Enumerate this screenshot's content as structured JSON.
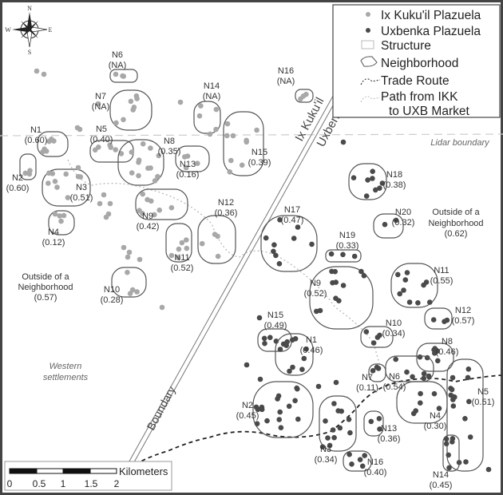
{
  "legend": {
    "items": [
      {
        "label": "Ix Kuku'il Plazuela",
        "symbol": "light-dot"
      },
      {
        "label": "Uxbenka Plazuela",
        "symbol": "dark-dot"
      },
      {
        "label": "Structure",
        "symbol": "rect"
      },
      {
        "label": "Neighborhood",
        "symbol": "polygon"
      },
      {
        "label": "Trade Route",
        "symbol": "dashed-line"
      },
      {
        "label": "Path from IKK",
        "label2": "to UXB Market",
        "symbol": "dotted-line"
      }
    ]
  },
  "compass": {
    "n": "N",
    "s": "S",
    "e": "E",
    "w": "W"
  },
  "boundary": {
    "label": "Boundary",
    "west_site": "Ix Kuku'il",
    "east_site": "Uxbenka"
  },
  "lidar_label": "Lidar boundary",
  "western_settlements": [
    "Western",
    "settlements"
  ],
  "ikk": {
    "outside": [
      "Outside of a",
      "Neighborhood",
      "(0.57)"
    ],
    "neighborhoods": [
      {
        "id": "N6",
        "value": "(NA)"
      },
      {
        "id": "N7",
        "value": "(NA)"
      },
      {
        "id": "N14",
        "value": "(NA)"
      },
      {
        "id": "N16",
        "value": "(NA)"
      },
      {
        "id": "N1",
        "value": "(0.60)"
      },
      {
        "id": "N5",
        "value": "(0.40)"
      },
      {
        "id": "N8",
        "value": "(0.35)"
      },
      {
        "id": "N13",
        "value": "(0.16)"
      },
      {
        "id": "N15",
        "value": "(0.39)"
      },
      {
        "id": "N2",
        "value": "(0.60)"
      },
      {
        "id": "N3",
        "value": "(0.51)"
      },
      {
        "id": "N4",
        "value": "(0.12)"
      },
      {
        "id": "N9",
        "value": "(0.42)"
      },
      {
        "id": "N12",
        "value": "(0.36)"
      },
      {
        "id": "N11",
        "value": "(0.52)"
      },
      {
        "id": "N10",
        "value": "(0.28)"
      }
    ]
  },
  "uxb": {
    "outside": [
      "Outside of a",
      "Neighborhood",
      "(0.62)"
    ],
    "neighborhoods": [
      {
        "id": "N18",
        "value": "(0.38)"
      },
      {
        "id": "N17",
        "value": "(0.47)"
      },
      {
        "id": "N20",
        "value": "(0.32)"
      },
      {
        "id": "N19",
        "value": "(0.33)"
      },
      {
        "id": "N9",
        "value": "(0.52)"
      },
      {
        "id": "N11",
        "value": "(0.55)"
      },
      {
        "id": "N12",
        "value": "(0.57)"
      },
      {
        "id": "N15",
        "value": "(0.49)"
      },
      {
        "id": "N10",
        "value": "(0.34)"
      },
      {
        "id": "N1",
        "value": "(0.46)"
      },
      {
        "id": "N8",
        "value": "(0.46)"
      },
      {
        "id": "N7",
        "value": "(0.11)"
      },
      {
        "id": "N6",
        "value": "(0.54)"
      },
      {
        "id": "N5",
        "value": "(0.51)"
      },
      {
        "id": "N4",
        "value": "(0.30)"
      },
      {
        "id": "N2",
        "value": "(0.45)"
      },
      {
        "id": "N13",
        "value": "(0.36)"
      },
      {
        "id": "N3",
        "value": "(0.34)"
      },
      {
        "id": "N16",
        "value": "(0.40)"
      },
      {
        "id": "N14",
        "value": "(0.45)"
      }
    ]
  },
  "scale": {
    "unit": "Kilometers",
    "ticks": [
      "0",
      "0.5",
      "1",
      "1.5",
      "2"
    ]
  },
  "colors": {
    "ikk_dot": "#a8a8a8",
    "uxb_dot": "#4a4a4a",
    "outline": "#555555"
  }
}
